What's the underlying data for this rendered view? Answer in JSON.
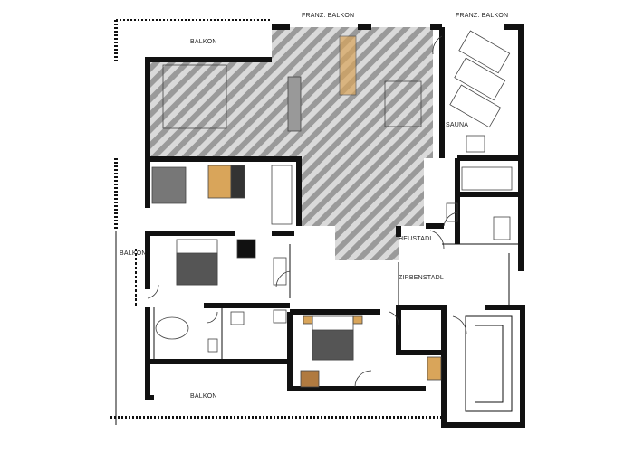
{
  "plan": {
    "labels": {
      "balkon_top": "BALKON",
      "franz_balkon_1": "FRANZ. BALKON",
      "franz_balkon_2": "FRANZ. BALKON",
      "sauna": "SAUNA",
      "heustadl": "HEUSTADL",
      "zirbenstadl": "ZIRBENSTADL",
      "balkon_left": "BALKON",
      "balkon_bottom": "BALKON"
    },
    "colors": {
      "wall": "#111111",
      "hatch": "#8a8a8a",
      "wood": "#d9a55a",
      "bedding": "#555555"
    }
  }
}
